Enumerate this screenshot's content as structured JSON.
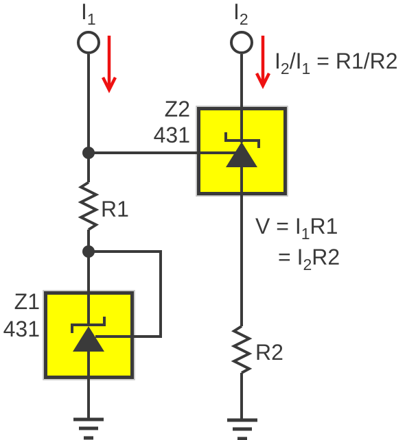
{
  "colors": {
    "wire": "#3a3a3a",
    "accent_red": "#ee1111",
    "device_fill": "#ffff00"
  },
  "labels": {
    "i1": {
      "base": "I",
      "sub": "1"
    },
    "i2": {
      "base": "I",
      "sub": "2"
    },
    "ratio": {
      "p1": "I",
      "s1": "2",
      "p2": "/I",
      "s2": "1",
      "p3": "= R1/R2"
    },
    "voltage": {
      "l1p1": "V = I",
      "l1s1": "1",
      "l1p2": "R1",
      "l2p1": "= I",
      "l2s1": "2",
      "l2p2": "R2"
    }
  },
  "components": {
    "z1": {
      "designator": "Z1",
      "part": "431"
    },
    "z2": {
      "designator": "Z2",
      "part": "431"
    },
    "r1": {
      "label": "R1"
    },
    "r2": {
      "label": "R2"
    }
  }
}
